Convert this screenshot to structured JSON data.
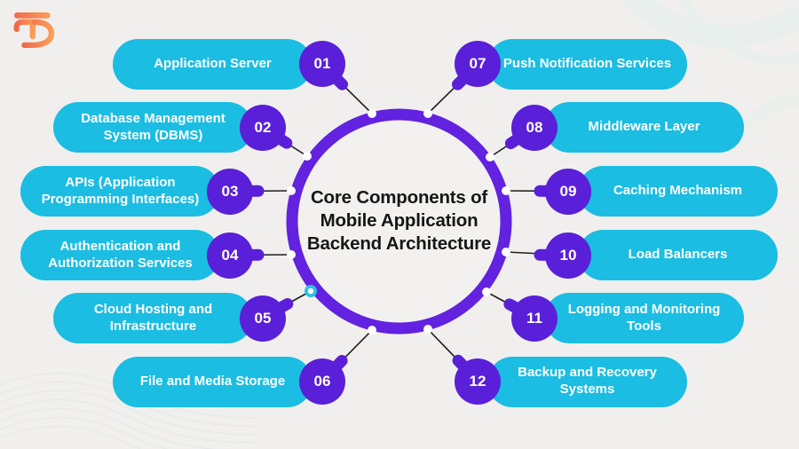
{
  "logo": {
    "icon": "td-logo",
    "color": "#f5814f"
  },
  "center": {
    "title": "Core Components of Mobile Application Backend Architecture"
  },
  "items": [
    {
      "number": "01",
      "label": "Application Server",
      "side": "left"
    },
    {
      "number": "02",
      "label": "Database Management System (DBMS)",
      "side": "left"
    },
    {
      "number": "03",
      "label": "APIs (Application Programming Interfaces)",
      "side": "left"
    },
    {
      "number": "04",
      "label": "Authentication and Authorization Services",
      "side": "left"
    },
    {
      "number": "05",
      "label": "Cloud Hosting and Infrastructure",
      "side": "left"
    },
    {
      "number": "06",
      "label": "File and Media Storage",
      "side": "left"
    },
    {
      "number": "07",
      "label": "Push Notification Services",
      "side": "right"
    },
    {
      "number": "08",
      "label": "Middleware Layer",
      "side": "right"
    },
    {
      "number": "09",
      "label": "Caching Mechanism",
      "side": "right"
    },
    {
      "number": "10",
      "label": "Load Balancers",
      "side": "right"
    },
    {
      "number": "11",
      "label": "Logging and Monitoring Tools",
      "side": "right"
    },
    {
      "number": "12",
      "label": "Backup and Recovery Systems",
      "side": "right"
    }
  ],
  "colors": {
    "pill": "#1bbde2",
    "badge": "#5a1fd8",
    "ring": "#6222e0",
    "connector": "#1f1f1f",
    "background": "#f0efed",
    "hub_fill": "#f2f1ef",
    "accent_dot": "#2ec0e8",
    "title_text": "#161616"
  }
}
